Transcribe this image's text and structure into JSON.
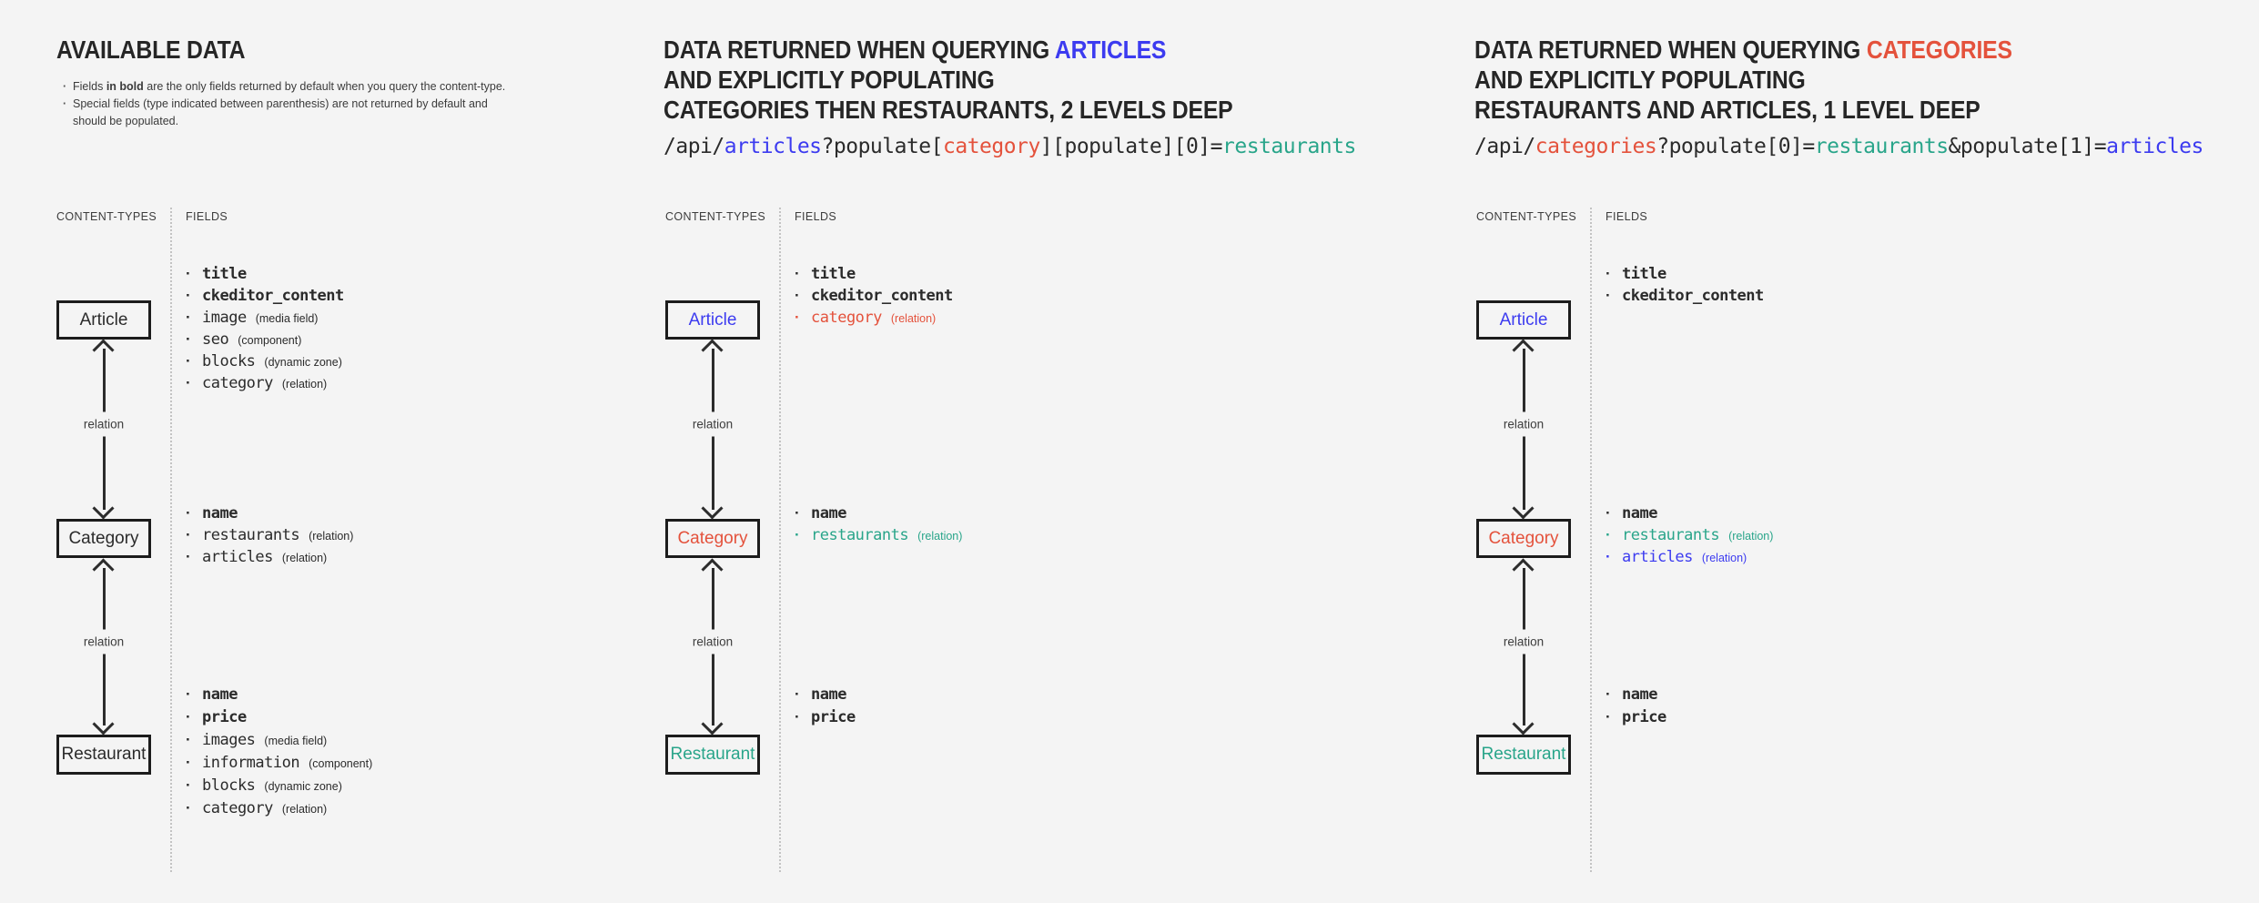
{
  "colors": {
    "background": "#f4f4f4",
    "ink": "#2b2b2b",
    "blue": "#3c3bf0",
    "red": "#e4523c",
    "teal": "#29a58a"
  },
  "shared": {
    "content_types_label": "CONTENT-TYPES",
    "fields_label": "FIELDS",
    "relation_label": "relation"
  },
  "available": {
    "title": "AVAILABLE DATA",
    "note1_pre": "Fields ",
    "note1_bold": "in bold",
    "note1_post": " are the only fields returned by default when you query the content-type.",
    "note2": "Special fields (type indicated between parenthesis) are not returned by default and should be populated.",
    "article": {
      "label": "Article",
      "style": "dark",
      "fields": [
        {
          "name": "title",
          "type": "",
          "style": "bold dark"
        },
        {
          "name": "ckeditor_content",
          "type": "",
          "style": "bold dark"
        },
        {
          "name": "image",
          "type": "(media field)",
          "style": "dark"
        },
        {
          "name": "seo",
          "type": "(component)",
          "style": "dark"
        },
        {
          "name": "blocks",
          "type": "(dynamic zone)",
          "style": "dark"
        },
        {
          "name": "category",
          "type": "(relation)",
          "style": "dark"
        }
      ]
    },
    "category": {
      "label": "Category",
      "style": "dark",
      "fields": [
        {
          "name": "name",
          "type": "",
          "style": "bold dark"
        },
        {
          "name": "restaurants",
          "type": "(relation)",
          "style": "dark"
        },
        {
          "name": "articles",
          "type": "(relation)",
          "style": "dark"
        }
      ]
    },
    "restaurant": {
      "label": "Restaurant",
      "style": "dark",
      "fields": [
        {
          "name": "name",
          "type": "",
          "style": "bold dark"
        },
        {
          "name": "price",
          "type": "",
          "style": "bold dark"
        },
        {
          "name": "images",
          "type": "(media field)",
          "style": "dark"
        },
        {
          "name": "information",
          "type": "(component)",
          "style": "dark"
        },
        {
          "name": "blocks",
          "type": "(dynamic zone)",
          "style": "dark"
        },
        {
          "name": "category",
          "type": "(relation)",
          "style": "dark"
        }
      ]
    }
  },
  "query_articles": {
    "title_pre": "DATA RETURNED WHEN QUERYING ",
    "title_accent": "ARTICLES",
    "title_accent_style": "blue",
    "title_line2": "AND EXPLICITLY POPULATING",
    "title_line3": "CATEGORIES THEN RESTAURANTS, 2 LEVELS DEEP",
    "code": [
      {
        "text": "/api/",
        "style": "dark"
      },
      {
        "text": "articles",
        "style": "blue"
      },
      {
        "text": "?populate[",
        "style": "dark"
      },
      {
        "text": "category",
        "style": "red"
      },
      {
        "text": "][populate][0]=",
        "style": "dark"
      },
      {
        "text": "restaurants",
        "style": "teal"
      }
    ],
    "article": {
      "label": "Article",
      "style": "blue",
      "fields": [
        {
          "name": "title",
          "type": "",
          "style": "bold dark"
        },
        {
          "name": "ckeditor_content",
          "type": "",
          "style": "bold dark"
        },
        {
          "name": "category",
          "type": "(relation)",
          "style": "red"
        }
      ]
    },
    "category": {
      "label": "Category",
      "style": "red",
      "fields": [
        {
          "name": "name",
          "type": "",
          "style": "bold dark"
        },
        {
          "name": "restaurants",
          "type": "(relation)",
          "style": "teal"
        }
      ]
    },
    "restaurant": {
      "label": "Restaurant",
      "style": "teal",
      "fields": [
        {
          "name": "name",
          "type": "",
          "style": "bold dark"
        },
        {
          "name": "price",
          "type": "",
          "style": "bold dark"
        }
      ]
    }
  },
  "query_categories": {
    "title_pre": "DATA RETURNED WHEN QUERYING ",
    "title_accent": "CATEGORIES",
    "title_accent_style": "red",
    "title_line2": "AND EXPLICITLY POPULATING",
    "title_line3": "RESTAURANTS AND ARTICLES, 1 LEVEL DEEP",
    "code": [
      {
        "text": "/api/",
        "style": "dark"
      },
      {
        "text": "categories",
        "style": "red"
      },
      {
        "text": "?populate[0]=",
        "style": "dark"
      },
      {
        "text": "restaurants",
        "style": "teal"
      },
      {
        "text": "&populate[1]=",
        "style": "dark"
      },
      {
        "text": "articles",
        "style": "blue"
      }
    ],
    "article": {
      "label": "Article",
      "style": "blue",
      "fields": [
        {
          "name": "title",
          "type": "",
          "style": "bold dark"
        },
        {
          "name": "ckeditor_content",
          "type": "",
          "style": "bold dark"
        }
      ]
    },
    "category": {
      "label": "Category",
      "style": "red",
      "fields": [
        {
          "name": "name",
          "type": "",
          "style": "bold dark"
        },
        {
          "name": "restaurants",
          "type": "(relation)",
          "style": "teal"
        },
        {
          "name": "articles",
          "type": "(relation)",
          "style": "blue"
        }
      ]
    },
    "restaurant": {
      "label": "Restaurant",
      "style": "teal",
      "fields": [
        {
          "name": "name",
          "type": "",
          "style": "bold dark"
        },
        {
          "name": "price",
          "type": "",
          "style": "bold dark"
        }
      ]
    }
  }
}
